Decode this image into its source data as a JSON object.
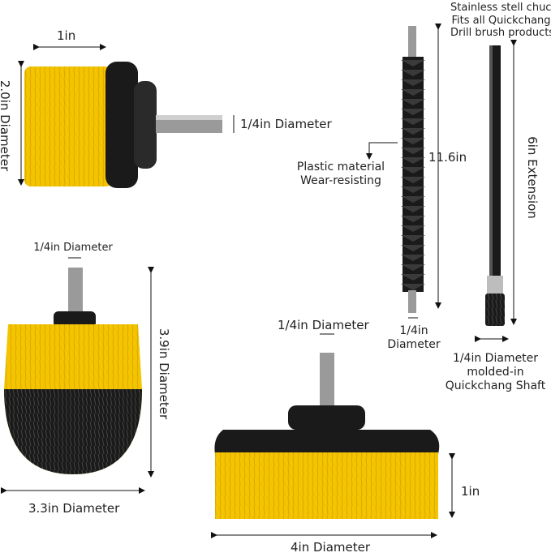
{
  "colors": {
    "bristle": "#f5c400",
    "body": "#1a1a1a",
    "metal": "#9a9a9a"
  },
  "brush_small": {
    "width": "1in",
    "height": "2.0in Diameter",
    "shaft": "1/4in Diameter"
  },
  "flex_extension": {
    "length": "11.6in",
    "material_line1": "Plastic material",
    "material_line2": "Wear-resisting",
    "shaft_line1": "1/4in",
    "shaft_line2": "Diameter"
  },
  "hex_extension": {
    "note_line1": "Stainless stell chuck",
    "note_line2": "Fits all Quickchang",
    "note_line3": "Drill brush products",
    "length": "6in Extension",
    "shaft_line1": "1/4in Diameter",
    "shaft_line2": "molded-in",
    "shaft_line3": "Quickchang Shaft"
  },
  "brush_dome": {
    "shaft": "1/4in Diameter",
    "height": "3.9in Diameter",
    "width": "3.3in Diameter"
  },
  "brush_flat": {
    "shaft": "1/4in Diameter",
    "height": "1in",
    "width": "4in Diameter"
  }
}
